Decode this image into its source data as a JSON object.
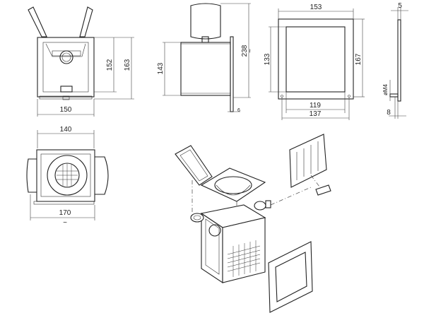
{
  "dimensions": {
    "front_width": "150",
    "front_inner_height": "152",
    "front_height": "163",
    "side_body_height": "143",
    "side_total_height": "238",
    "side_total_approx": "~",
    "side_plate_thickness": "6",
    "frame_width": "153",
    "frame_window_height": "133",
    "frame_height": "167",
    "frame_window_width": "119",
    "frame_hole_spacing": "137",
    "plate_thickness": "5",
    "bolt_thread": "øM4",
    "bolt_length": "8",
    "top_width": "140",
    "top_length": "170",
    "top_length_approx": "~"
  }
}
